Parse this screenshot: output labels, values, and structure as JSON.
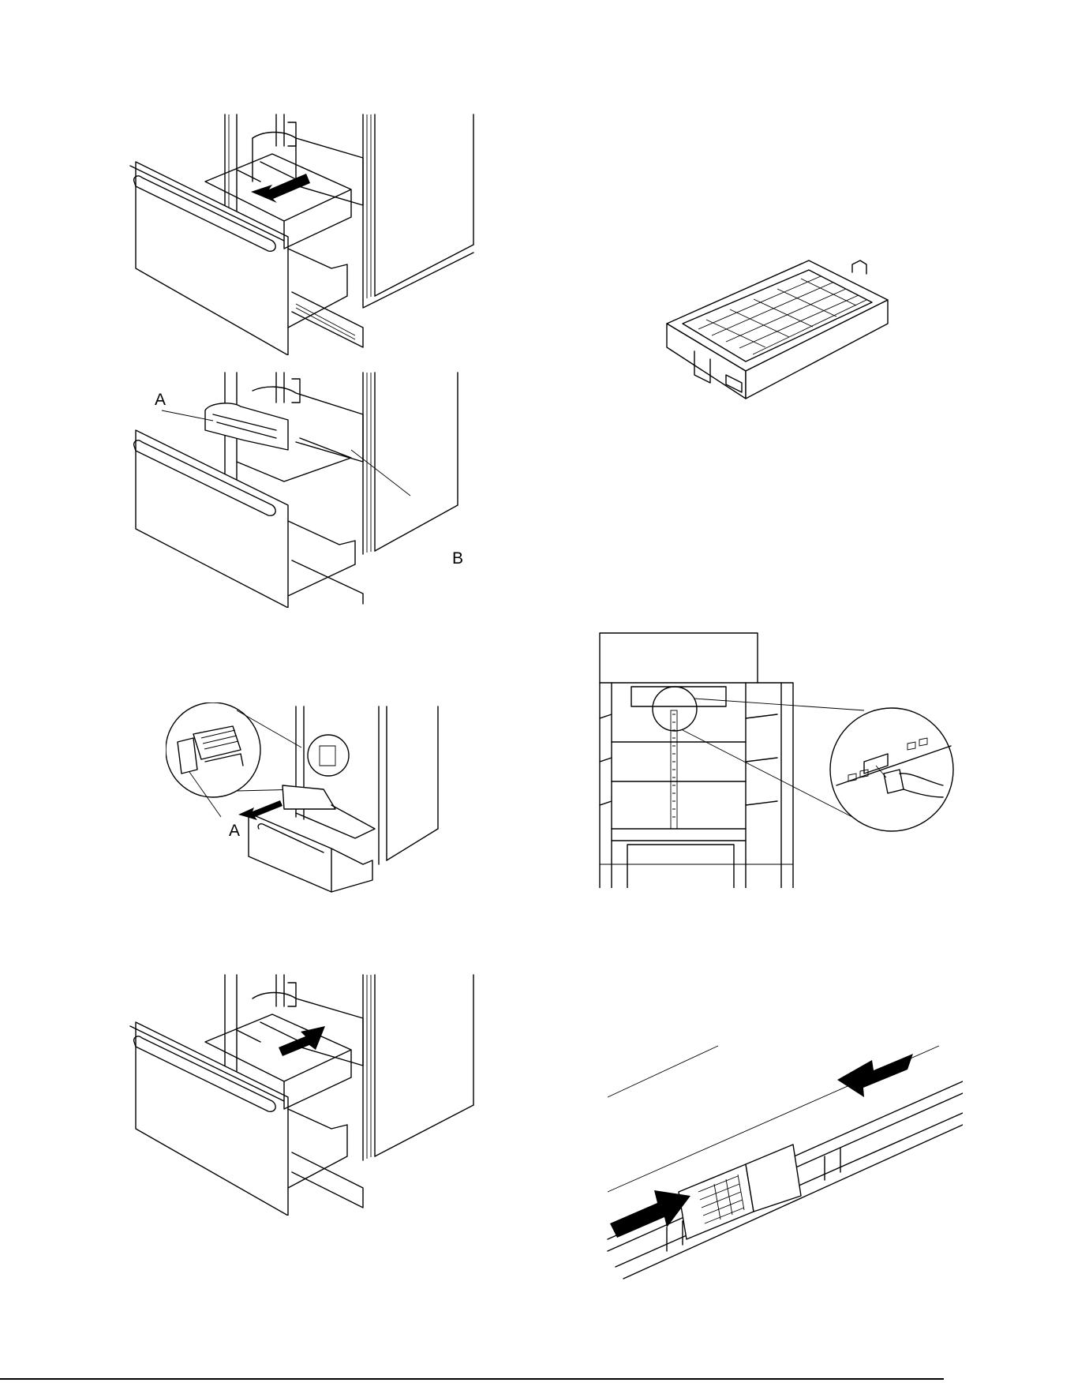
{
  "figures": {
    "drawer_pull_out": {
      "icon": "drawer-open-arrow-out"
    },
    "ice_maker_location": {
      "callout_a": "A",
      "callout_b": "B"
    },
    "ice_maker_removal": {
      "callout_a": "A"
    },
    "drawer_push_in": {
      "icon": "drawer-close-arrow-in"
    },
    "air_filter": {
      "icon": "air-filter-cartridge"
    },
    "fridge_interior_filter_location": {
      "icon": "filter-housing-magnifier"
    },
    "filter_install": {
      "icon": "filter-insert-arrows"
    }
  }
}
